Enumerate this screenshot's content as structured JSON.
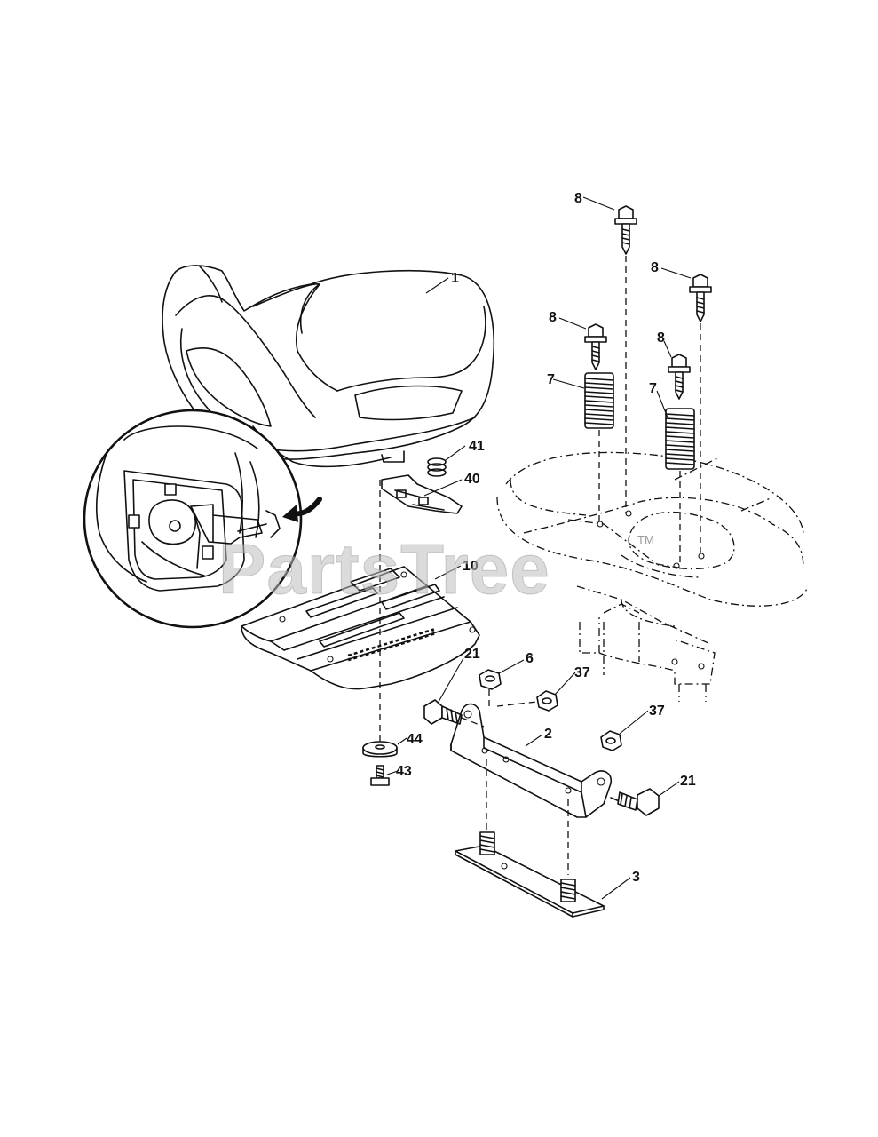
{
  "watermark": {
    "text": "PartsTree",
    "trademark": "TM"
  },
  "labels": {
    "seat": "1",
    "bracket": "2",
    "base_plate": "3",
    "nut_6": "6",
    "spring_left": "7",
    "spring_right": "7",
    "bolt_8_a": "8",
    "bolt_8_b": "8",
    "bolt_8_c": "8",
    "bolt_8_d": "8",
    "seat_pan": "10",
    "bolt_21_left": "21",
    "bolt_21_right": "21",
    "nut_37_a": "37",
    "nut_37_b": "37",
    "clip_40": "40",
    "spring_41": "41",
    "bolt_43": "43",
    "washer_44": "44"
  }
}
